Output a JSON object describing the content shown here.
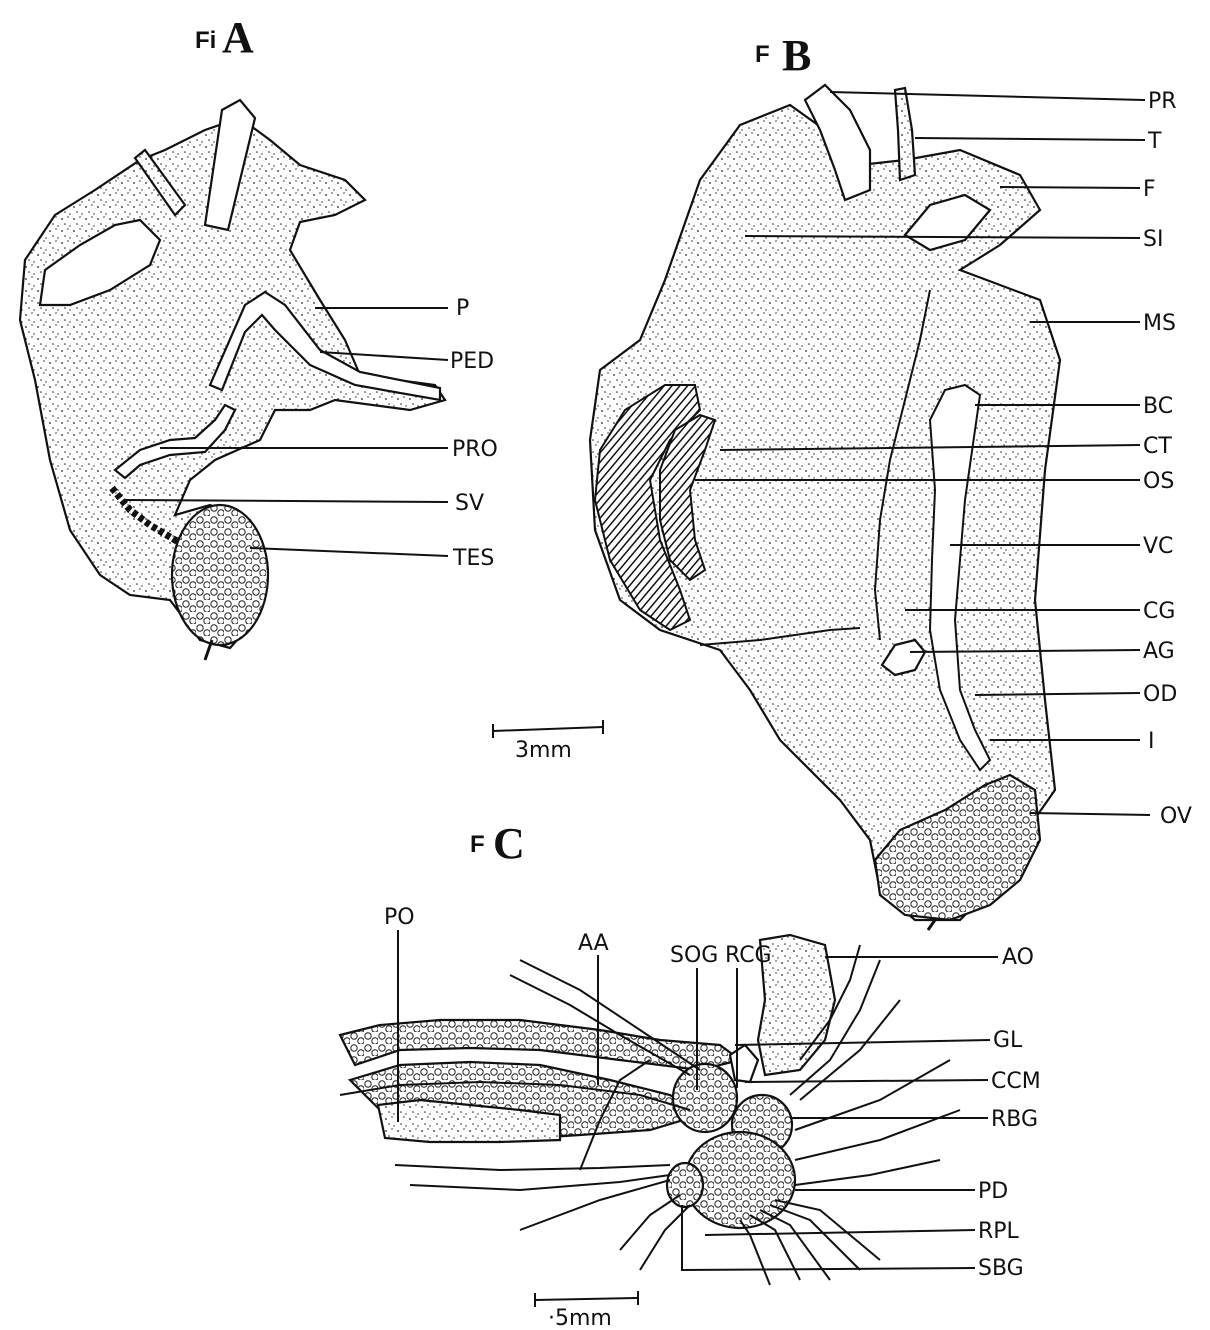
{
  "panels": {
    "a": {
      "title_prefix": "Fi",
      "title_letter": "A",
      "labels": [
        "P",
        "PED",
        "PRO",
        "SV",
        "TES"
      ],
      "scale_text": "3mm"
    },
    "b": {
      "title_prefix": "F",
      "title_letter": "B",
      "labels": [
        "PR",
        "T",
        "F",
        "SI",
        "MS",
        "BC",
        "CT",
        "OS",
        "VC",
        "CG",
        "AG",
        "OD",
        "I",
        "OV"
      ]
    },
    "c": {
      "title_prefix": "F",
      "title_letter": "C",
      "labels": [
        "PO",
        "AA",
        "SOG",
        "RCG",
        "AO",
        "GL",
        "CCM",
        "RBG",
        "PD",
        "RPL",
        "SBG"
      ],
      "scale_text": "·5mm"
    }
  }
}
